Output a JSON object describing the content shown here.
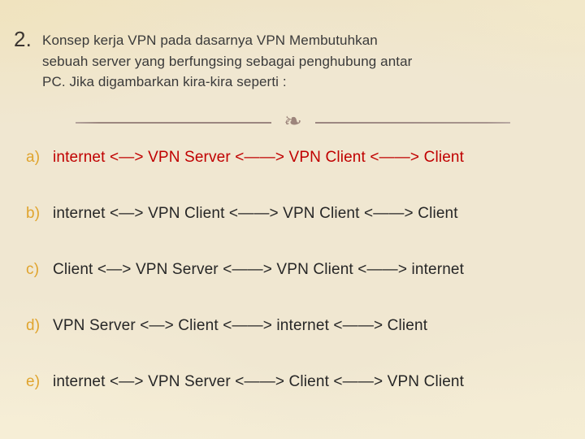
{
  "slide": {
    "background_center": "#ededee",
    "background_edge": "#f3ecd2"
  },
  "header": {
    "number": "2.",
    "lines": [
      "Konsep kerja VPN pada dasarnya VPN Membutuhkan",
      "sebuah server yang berfungsing sebagai penghubung antar",
      "PC. Jika digambarkan kira-kira seperti :"
    ]
  },
  "divider": {
    "ornament": "❧",
    "rule_color": "#a18d86",
    "ornament_color": "#9d857c"
  },
  "options": {
    "marker_color": "#e0a42e",
    "accent_color": "#c00000",
    "default_color": "#262626",
    "items": [
      {
        "marker": "a)",
        "text": "internet <—> VPN Server <——> VPN Client <——> Client",
        "highlighted": true
      },
      {
        "marker": "b)",
        "text": "internet <—> VPN Client <——> VPN Client <——> Client",
        "highlighted": false
      },
      {
        "marker": "c)",
        "text": "Client <—> VPN Server <——> VPN Client <——> internet",
        "highlighted": false
      },
      {
        "marker": "d)",
        "text": "VPN Server <—> Client <——> internet <——> Client",
        "highlighted": false
      },
      {
        "marker": "e)",
        "text": "internet <—> VPN Server <——> Client <——> VPN Client",
        "highlighted": false
      }
    ]
  }
}
